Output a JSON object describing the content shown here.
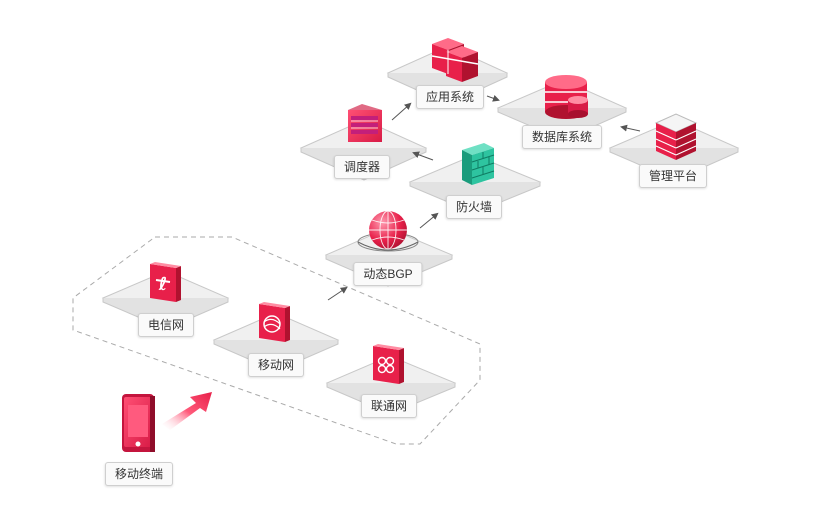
{
  "nodes": {
    "app_system": "应用系统",
    "database_system": "数据库系统",
    "scheduler": "调度器",
    "firewall": "防火墙",
    "management_platform": "管理平台",
    "dynamic_bgp": "动态BGP",
    "telecom": "电信网",
    "mobile": "移动网",
    "unicom": "联通网",
    "mobile_terminal": "移动终端"
  },
  "icons": {
    "app_system": "cube-stack-icon",
    "database_system": "database-cylinders-icon",
    "scheduler": "rack-device-icon",
    "firewall": "brick-wall-icon",
    "management_platform": "server-stack-icon",
    "dynamic_bgp": "globe-icon",
    "telecom": "china-telecom-logo",
    "mobile": "china-mobile-logo",
    "unicom": "china-unicom-logo",
    "mobile_terminal": "smartphone-icon"
  },
  "colors": {
    "accent": "#e8204a",
    "accent_dark": "#b0122f",
    "firewall": "#2ec4a0",
    "platform": "#f0f0f0",
    "dashed_border": "#aaaaaa",
    "arrow": "#555555"
  }
}
